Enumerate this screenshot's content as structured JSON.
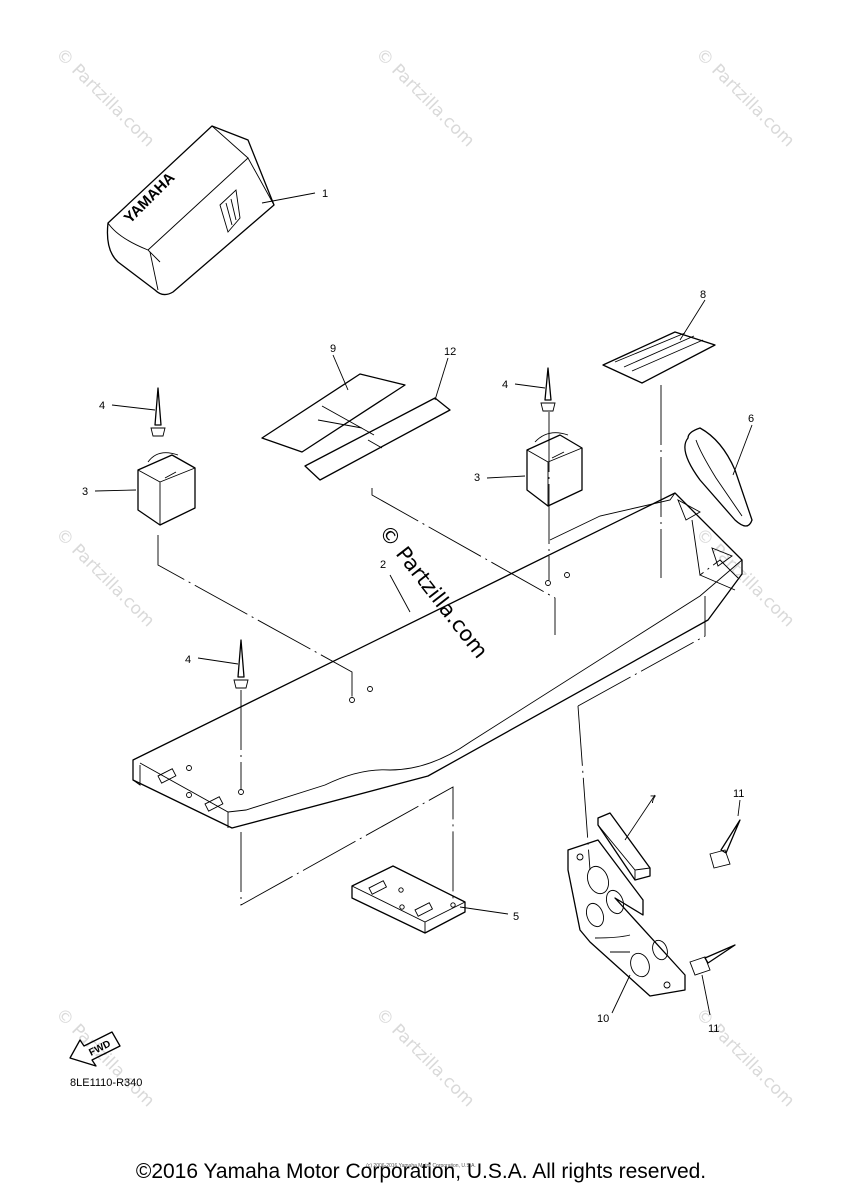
{
  "diagram": {
    "callouts": {
      "c1": "1",
      "c2": "2",
      "c3a": "3",
      "c3b": "3",
      "c4a": "4",
      "c4b": "4",
      "c4c": "4",
      "c5": "5",
      "c6": "6",
      "c7": "7",
      "c8": "8",
      "c9": "9",
      "c10": "10",
      "c11a": "11",
      "c11b": "11",
      "c12": "12"
    },
    "cover_brand": "YAMAHA",
    "fwd_label": "FWD",
    "diagram_code": "8LE1110-R340"
  },
  "watermark": {
    "text": "© Partzilla.com",
    "center_text": "© Partzilla.com"
  },
  "footer": {
    "copyright": "©2016 Yamaha Motor Corporation, U.S.A. All rights reserved.",
    "small_print": "(c) 2006-2016 Yamaha Motor Corporation, U.S.A."
  }
}
